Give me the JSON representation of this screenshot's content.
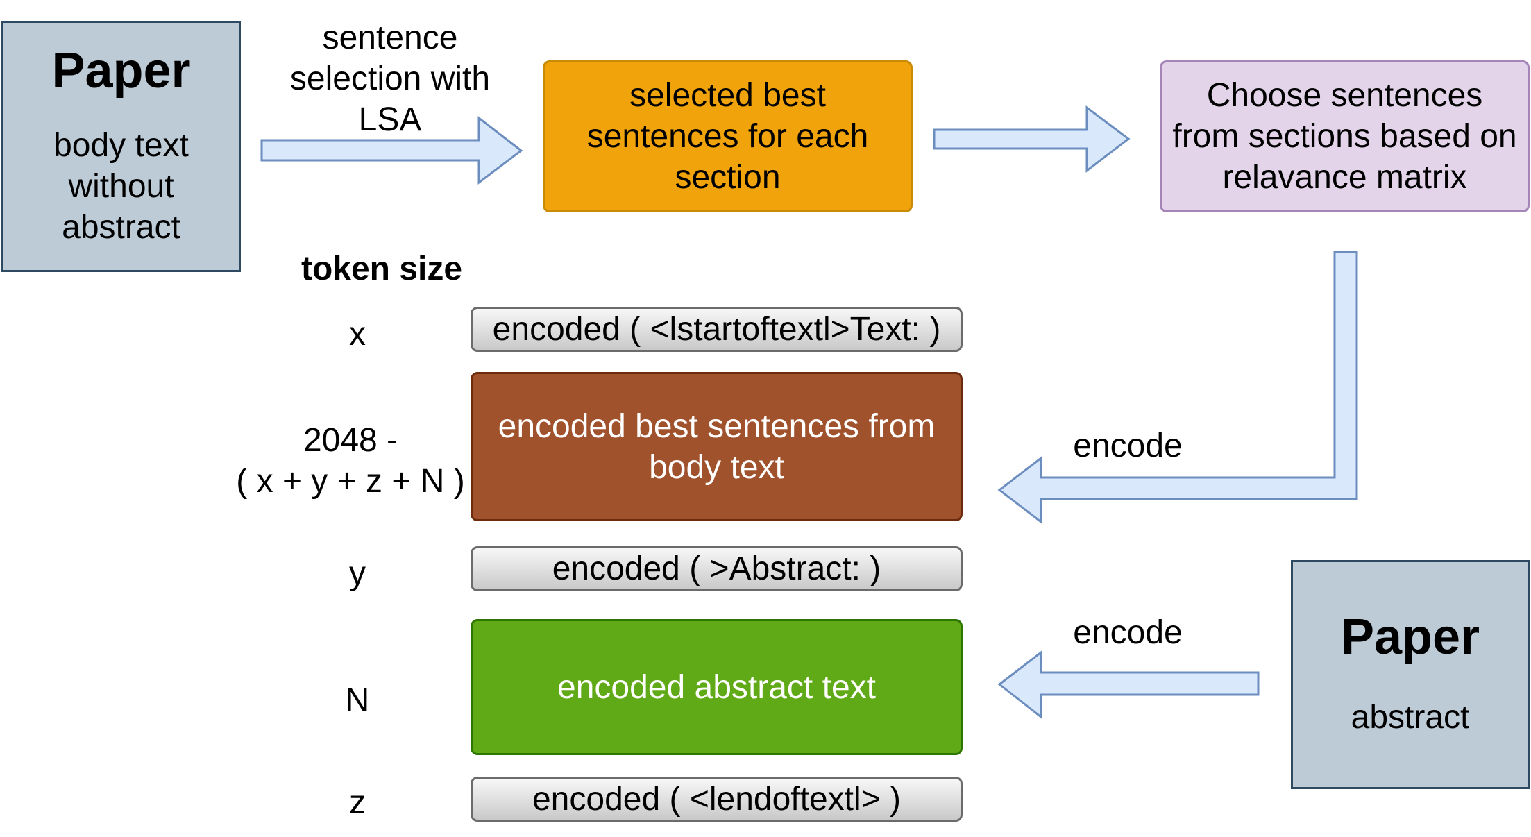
{
  "paper_body": {
    "title": "Paper",
    "lines": [
      "body text",
      "without",
      "abstract"
    ]
  },
  "paper_abstract": {
    "title": "Paper",
    "subtitle": "abstract"
  },
  "sentence_selection_label": [
    "sentence",
    "selection with",
    "LSA"
  ],
  "selected_box": [
    "selected best",
    "sentences for each",
    "section"
  ],
  "choose_box": [
    "Choose sentences",
    "from sections based on",
    "relavance matrix"
  ],
  "token_size_heading": "token size",
  "token_rows": {
    "x": "x",
    "best_lines": [
      "2048 -",
      "( x + y + z + N )"
    ],
    "y": "y",
    "n": "N",
    "z": "z"
  },
  "blocks": {
    "start_text": "encoded ( <lstartoftextl>Text: )",
    "best_sentences": [
      "encoded best sentences from",
      "body text"
    ],
    "abstract_marker": "encoded ( >Abstract: )",
    "abstract_text": "encoded abstract text",
    "end_text": "encoded ( <lendoftextl> )"
  },
  "encode_labels": {
    "upper": "encode",
    "lower": "encode"
  },
  "colors": {
    "arrow_fill": "#dae8fc",
    "arrow_stroke": "#6c8ebf",
    "paper_fill": "#bdcbd7",
    "orange": "#f0a30a",
    "purple": "#e3d4ea",
    "brown": "#a0522d",
    "green": "#60a917"
  }
}
